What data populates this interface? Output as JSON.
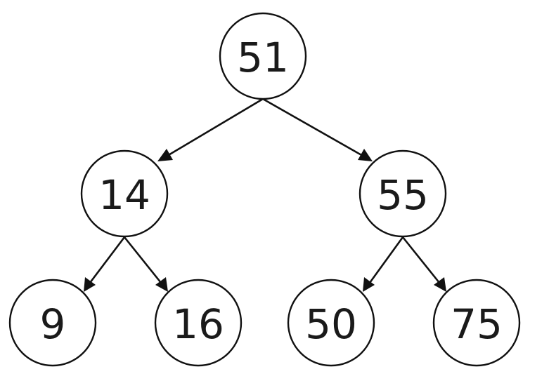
{
  "diagram": {
    "type": "binary-tree",
    "nodes": [
      {
        "id": "n51",
        "label": "51"
      },
      {
        "id": "n14",
        "label": "14"
      },
      {
        "id": "n55",
        "label": "55"
      },
      {
        "id": "n9",
        "label": "9"
      },
      {
        "id": "n16",
        "label": "16"
      },
      {
        "id": "n50",
        "label": "50"
      },
      {
        "id": "n75",
        "label": "75"
      }
    ],
    "edges": [
      {
        "from": "n51",
        "to": "n14"
      },
      {
        "from": "n51",
        "to": "n55"
      },
      {
        "from": "n14",
        "to": "n9"
      },
      {
        "from": "n14",
        "to": "n16"
      },
      {
        "from": "n55",
        "to": "n50"
      },
      {
        "from": "n55",
        "to": "n75"
      }
    ],
    "colors": {
      "stroke": "#111111",
      "text": "#1a1a1a",
      "background": "#ffffff"
    }
  }
}
